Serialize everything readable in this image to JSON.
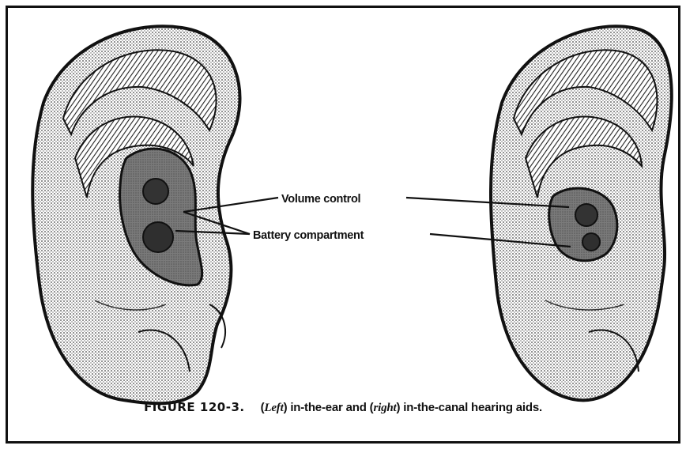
{
  "labels": {
    "volume_control": "Volume control",
    "battery_compartment": "Battery compartment"
  },
  "caption": {
    "figure_number": "FIGURE 120-3.",
    "left_word": "Left",
    "middle_text": "in-the-ear and",
    "right_word": "right",
    "end_text": "in-the-canal hearing aids."
  },
  "icons": {
    "left_ear": "ear-with-in-the-ear-hearing-aid",
    "right_ear": "ear-with-in-the-canal-hearing-aid"
  },
  "colors": {
    "ink": "#111111",
    "shading": "#555555",
    "device": "#6e6e6e",
    "paper": "#ffffff"
  }
}
